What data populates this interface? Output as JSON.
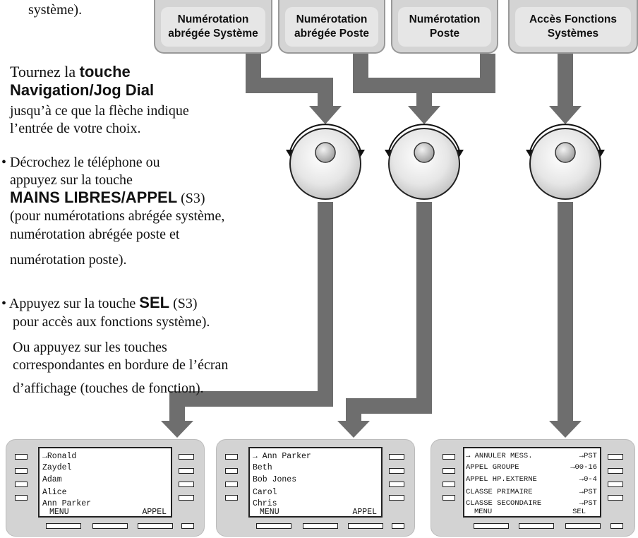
{
  "intro_fragment": "système).",
  "step_rotate": {
    "line1": "Tournez la",
    "key_line1": "touche",
    "key_line2": "Navigation/Jog Dial",
    "line3": "jusqu’à ce que la flèche indique",
    "line4": "l’entrée de votre choix."
  },
  "bullet1": {
    "l1": "• Décrochez le téléphone ou",
    "l2": "appuyez sur la touche",
    "key": "MAINS LIBRES/APPEL",
    "key_suffix": " (S3)",
    "l4": "(pour numérotations abrégée système,",
    "l5": "numérotation abrégée poste et",
    "l6": "numérotation poste)."
  },
  "bullet2": {
    "prefix": "• Appuyez sur la touche ",
    "key": "SEL",
    "suffix": " (S3)",
    "l2": "pour accès aux fonctions système).",
    "l3": "Ou appuyez sur les touches",
    "l4": "correspondantes en bordure de l’écran",
    "l5": "d’affichage (touches de fonction)."
  },
  "buttons": [
    {
      "line1": "Numérotation",
      "line2": "abrégée Système"
    },
    {
      "line1": "Numérotation",
      "line2": "abrégée Poste"
    },
    {
      "line1": "Numérotation",
      "line2": "Poste"
    },
    {
      "line1": "Accès Fonctions",
      "line2": "Systèmes"
    }
  ],
  "displays": [
    {
      "rows": [
        "→Ronald",
        " Zaydel",
        " Adam",
        " Alice",
        " Ann Parker"
      ],
      "left_label": "MENU",
      "right_label": "APPEL"
    },
    {
      "rows": [
        "→ Ann Parker",
        " Beth",
        " Bob Jones",
        " Carol",
        " Chris"
      ],
      "left_label": "MENU",
      "right_label": "APPEL"
    },
    {
      "rows": [
        {
          "name": "→ ANNULER MESS.",
          "value": "→PST"
        },
        {
          "name": " APPEL GROUPE",
          "value": "→00-16"
        },
        {
          "name": " APPEL HP.EXTERNE",
          "value": "→0-4"
        },
        {
          "name": " CLASSE PRIMAIRE",
          "value": "→PST"
        },
        {
          "name": " CLASSE SECONDAIRE",
          "value": "→PST"
        }
      ],
      "left_label": "MENU",
      "right_label": "SEL"
    }
  ],
  "colors": {
    "arrow": "#6e6e6e",
    "panel": "#d3d3d3",
    "button": "#d4d4d4"
  }
}
